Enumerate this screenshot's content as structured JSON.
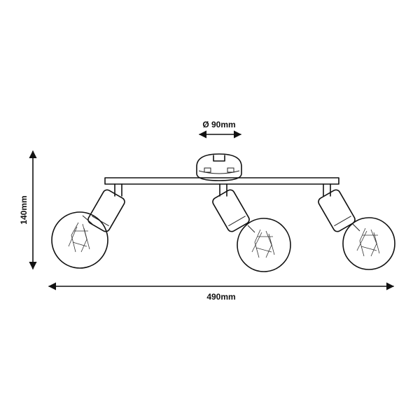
{
  "dimensions": {
    "diameter": "Ø 90mm",
    "height": "140mm",
    "width": "490mm"
  },
  "fixture": {
    "spot_count": 3
  }
}
